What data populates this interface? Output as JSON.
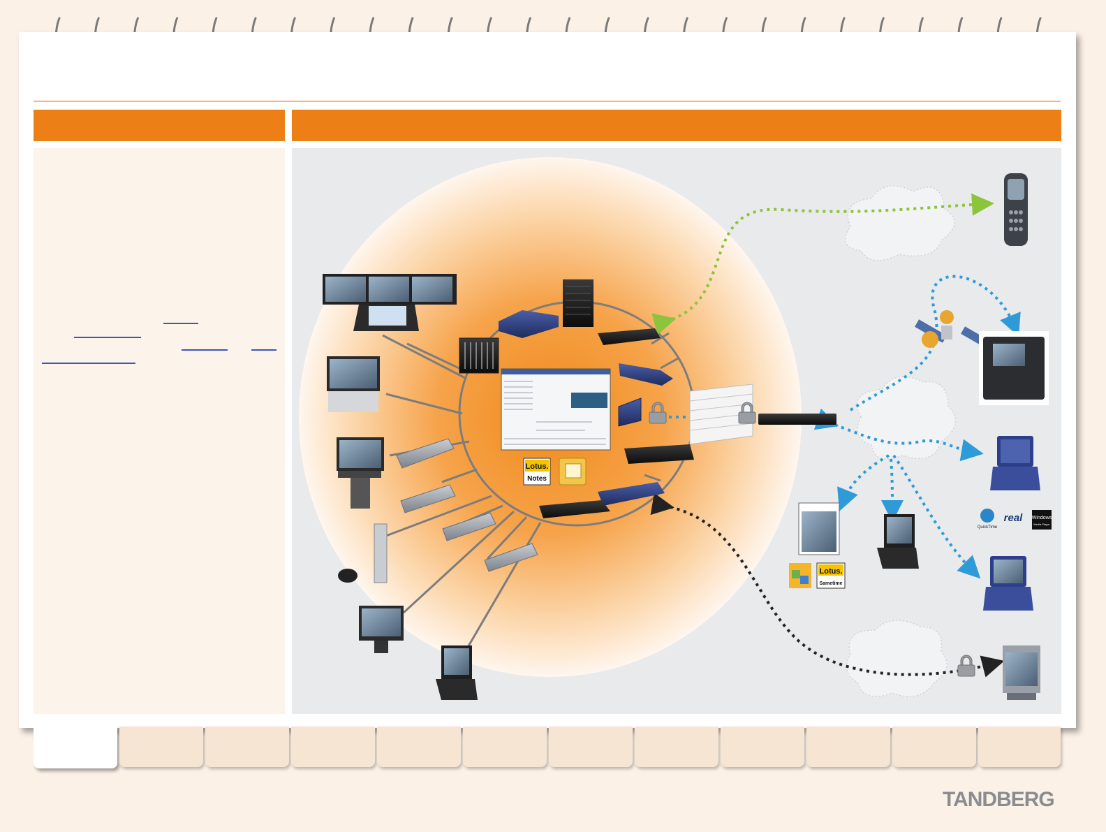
{
  "brand": {
    "logo_text": "TANDBERG",
    "accent": "#ec7f16",
    "logo_color": "#8a8c8f"
  },
  "diagram": {
    "apps": {
      "lotus_notes_brand": "Lotus.",
      "lotus_notes_label": "Notes",
      "lotus_sametime_brand": "Lotus.",
      "lotus_sametime_label": "Sametime"
    },
    "streaming": {
      "quicktime_label": "QuickTime",
      "real_label": "real",
      "wmp_label_1": "Windows",
      "wmp_label_2": "Media Player"
    },
    "link_colors": {
      "mobile": "#8cc43c",
      "ip": "#2e9bd8",
      "secure": "#222222",
      "hub": "#8a8a8a"
    }
  },
  "tabs": {
    "count": 12,
    "active_index": 0
  }
}
